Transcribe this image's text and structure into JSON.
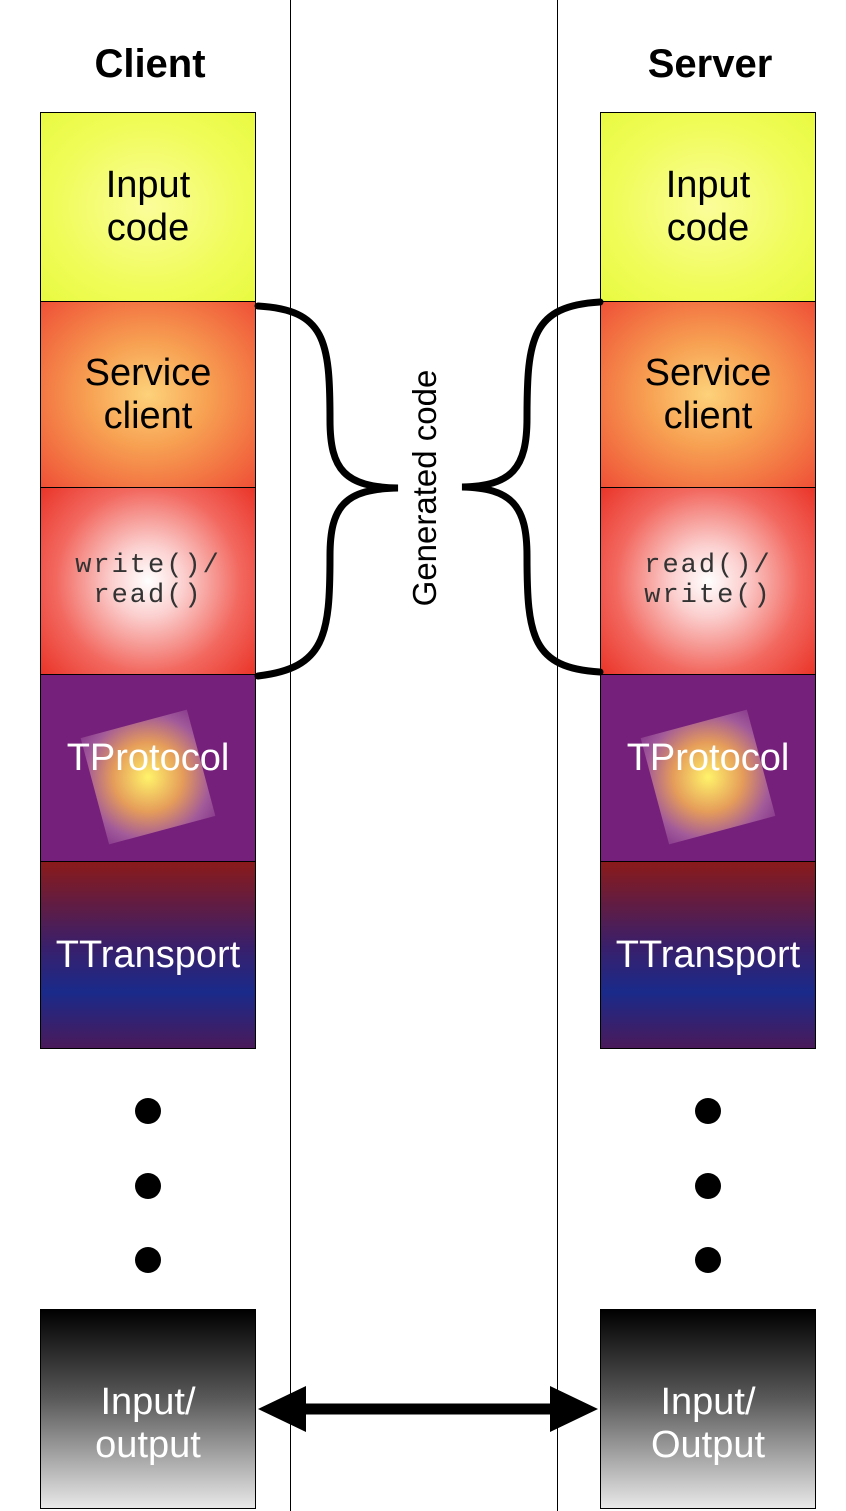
{
  "client": {
    "title": "Client",
    "blocks": {
      "input_code": "Input\ncode",
      "service_client": "Service\nclient",
      "rw": "write()/\nread()",
      "tprotocol": "TProtocol",
      "ttransport": "TTransport",
      "io": "Input/\noutput"
    }
  },
  "server": {
    "title": "Server",
    "blocks": {
      "input_code": "Input\ncode",
      "service_client": "Service\nclient",
      "rw": "read()/\nwrite()",
      "tprotocol": "TProtocol",
      "ttransport": "TTransport",
      "io": "Input/\nOutput"
    }
  },
  "middle": {
    "generated_code_label": "Generated code"
  }
}
